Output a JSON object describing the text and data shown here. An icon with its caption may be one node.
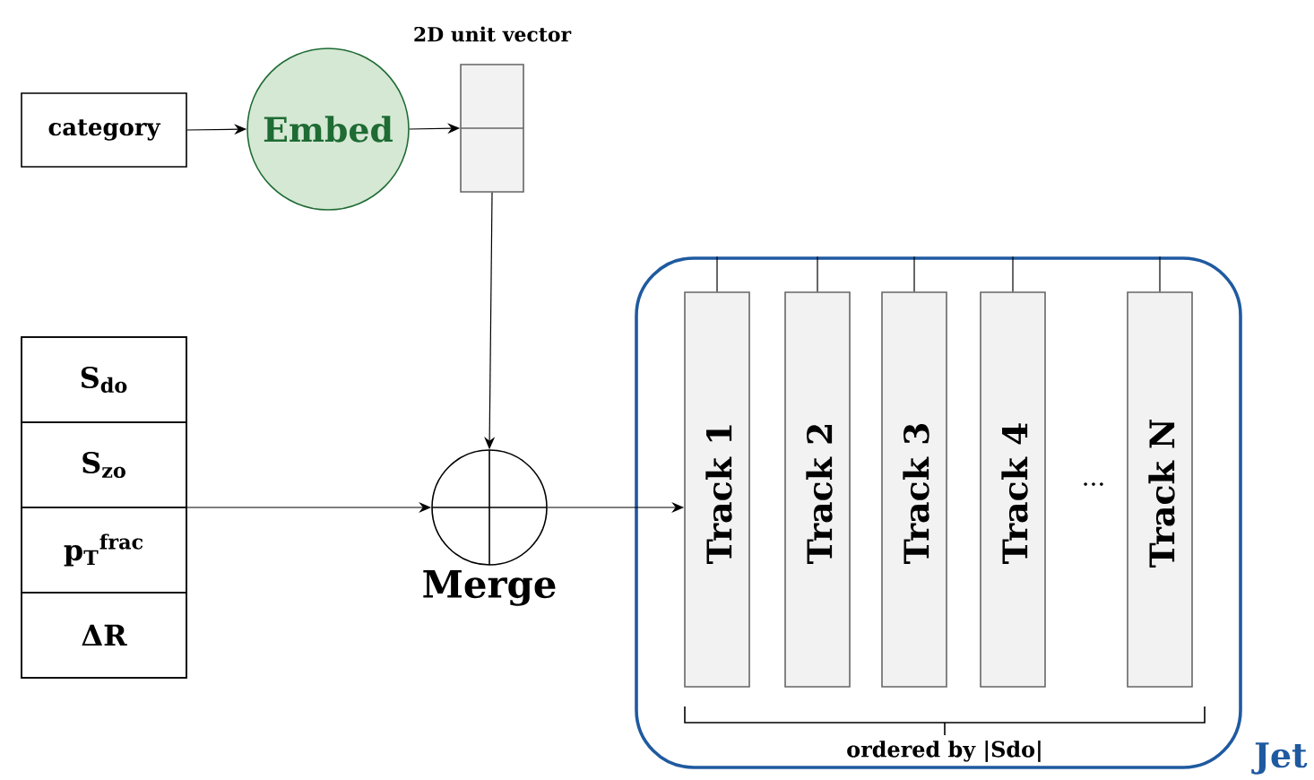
{
  "diagram": {
    "nodes": [
      {
        "text": [
          "category"
        ]
      },
      {
        "text": [
          "Embed"
        ]
      },
      {
        "text": [
          "2D unit vector"
        ]
      },
      {
        "text": [],
        "shape": "box"
      },
      {
        "text": [
          "S$_{do}$"
        ],
        "in": 3
      },
      {
        "text": [
          "S$_{zo}$"
        ],
        "in": 3
      },
      {
        "text": [
          "p$_{T}$$^{frac}$"
        ],
        "in": 3
      },
      {
        "text": [
          "ΔR"
        ],
        "in": 3
      },
      {
        "text": [
          "Merge"
        ]
      },
      {
        "text": [
          "Jet"
        ]
      },
      {
        "text": [
          "Track 1"
        ],
        "in": 9
      },
      {
        "text": [
          "Track 2"
        ],
        "in": 9
      },
      {
        "text": [
          "Track 3"
        ],
        "in": 9
      },
      {
        "text": [
          "Track 4"
        ],
        "in": 9
      },
      {
        "text": [
          "Track N"
        ],
        "in": 9
      }
    ],
    "edges": [
      {
        "from": 0,
        "to": 1,
        "arrow": "to"
      },
      {
        "from": 1,
        "to": 2,
        "arrow": "to"
      },
      {
        "from": 2,
        "to": 8,
        "arrow": "to"
      },
      {
        "from": 3,
        "to": 8,
        "arrow": "to"
      },
      {
        "from": 8,
        "to": 10,
        "arrow": "to"
      },
      {
        "from": 10,
        "to": 9,
        "arrow": "none"
      },
      {
        "from": 11,
        "to": 9,
        "arrow": "none"
      },
      {
        "from": 12,
        "to": 9,
        "arrow": "none"
      },
      {
        "from": 13,
        "to": 9,
        "arrow": "none"
      },
      {
        "from": 14,
        "to": 9,
        "arrow": "none"
      }
    ],
    "labels": [
      "···",
      "ordered by |Sdo|"
    ]
  }
}
